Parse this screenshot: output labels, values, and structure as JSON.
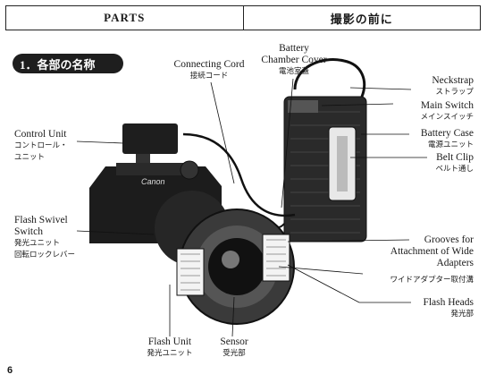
{
  "header": {
    "left": "PARTS",
    "right": "撮影の前に"
  },
  "section_title": "1．各部の名称",
  "labels": {
    "connecting_cord": {
      "en": "Connecting Cord",
      "jp": "接続コード"
    },
    "battery_chamber_cover": {
      "en1": "Battery",
      "en2": "Chamber Cover",
      "jp": "電池室蓋"
    },
    "neckstrap": {
      "en": "Neckstrap",
      "jp": "ストラップ"
    },
    "main_switch": {
      "en": "Main Switch",
      "jp": "メインスイッチ"
    },
    "control_unit": {
      "en": "Control Unit",
      "jp1": "コントロール・",
      "jp2": "ユニット"
    },
    "battery_case": {
      "en": "Battery Case",
      "jp": "電源ユニット"
    },
    "belt_clip": {
      "en": "Belt Clip",
      "jp": "ベルト通し"
    },
    "flash_swivel_switch": {
      "en1": "Flash Swivel",
      "en2": "Switch",
      "jp1": "発光ユニット",
      "jp2": "回転ロックレバー"
    },
    "grooves": {
      "en1": "Grooves for",
      "en2": "Attachment of Wide",
      "en3": "Adapters",
      "jp": "ワイドアダプター取付溝"
    },
    "flash_heads": {
      "en": "Flash Heads",
      "jp": "発光部"
    },
    "flash_unit": {
      "en": "Flash Unit",
      "jp": "発光ユニット"
    },
    "sensor": {
      "en": "Sensor",
      "jp": "受光部"
    }
  },
  "camera_brand": "Canon",
  "page_number": "6"
}
